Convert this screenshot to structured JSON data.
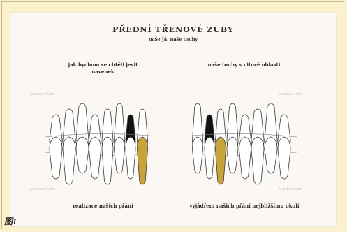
{
  "title": "PŘEDNÍ TŘENOVÉ ZUBY",
  "subtitle": "naše Já, naše touhy",
  "labels": {
    "upper_left": "jak bychom se chtěli jevit navenek",
    "upper_right": "naše touhy v citové oblasti",
    "lower_left": "realizace našich přání",
    "lower_right": "vyjádření našich přání nejbližšímu okolí"
  },
  "faint_labels": {
    "upper_left": "pravá horní čelist",
    "upper_right": "levá horní čelist",
    "lower_left": "pravá dolní čelist",
    "lower_right": "levá dolní čelist"
  },
  "figure_label": "图1",
  "colors": {
    "background": "#fbf2cd",
    "card": "#fbf8f3",
    "outline": "#3a3a3a",
    "highlight_black": "#111111",
    "highlight_gold": "#c9a238"
  }
}
